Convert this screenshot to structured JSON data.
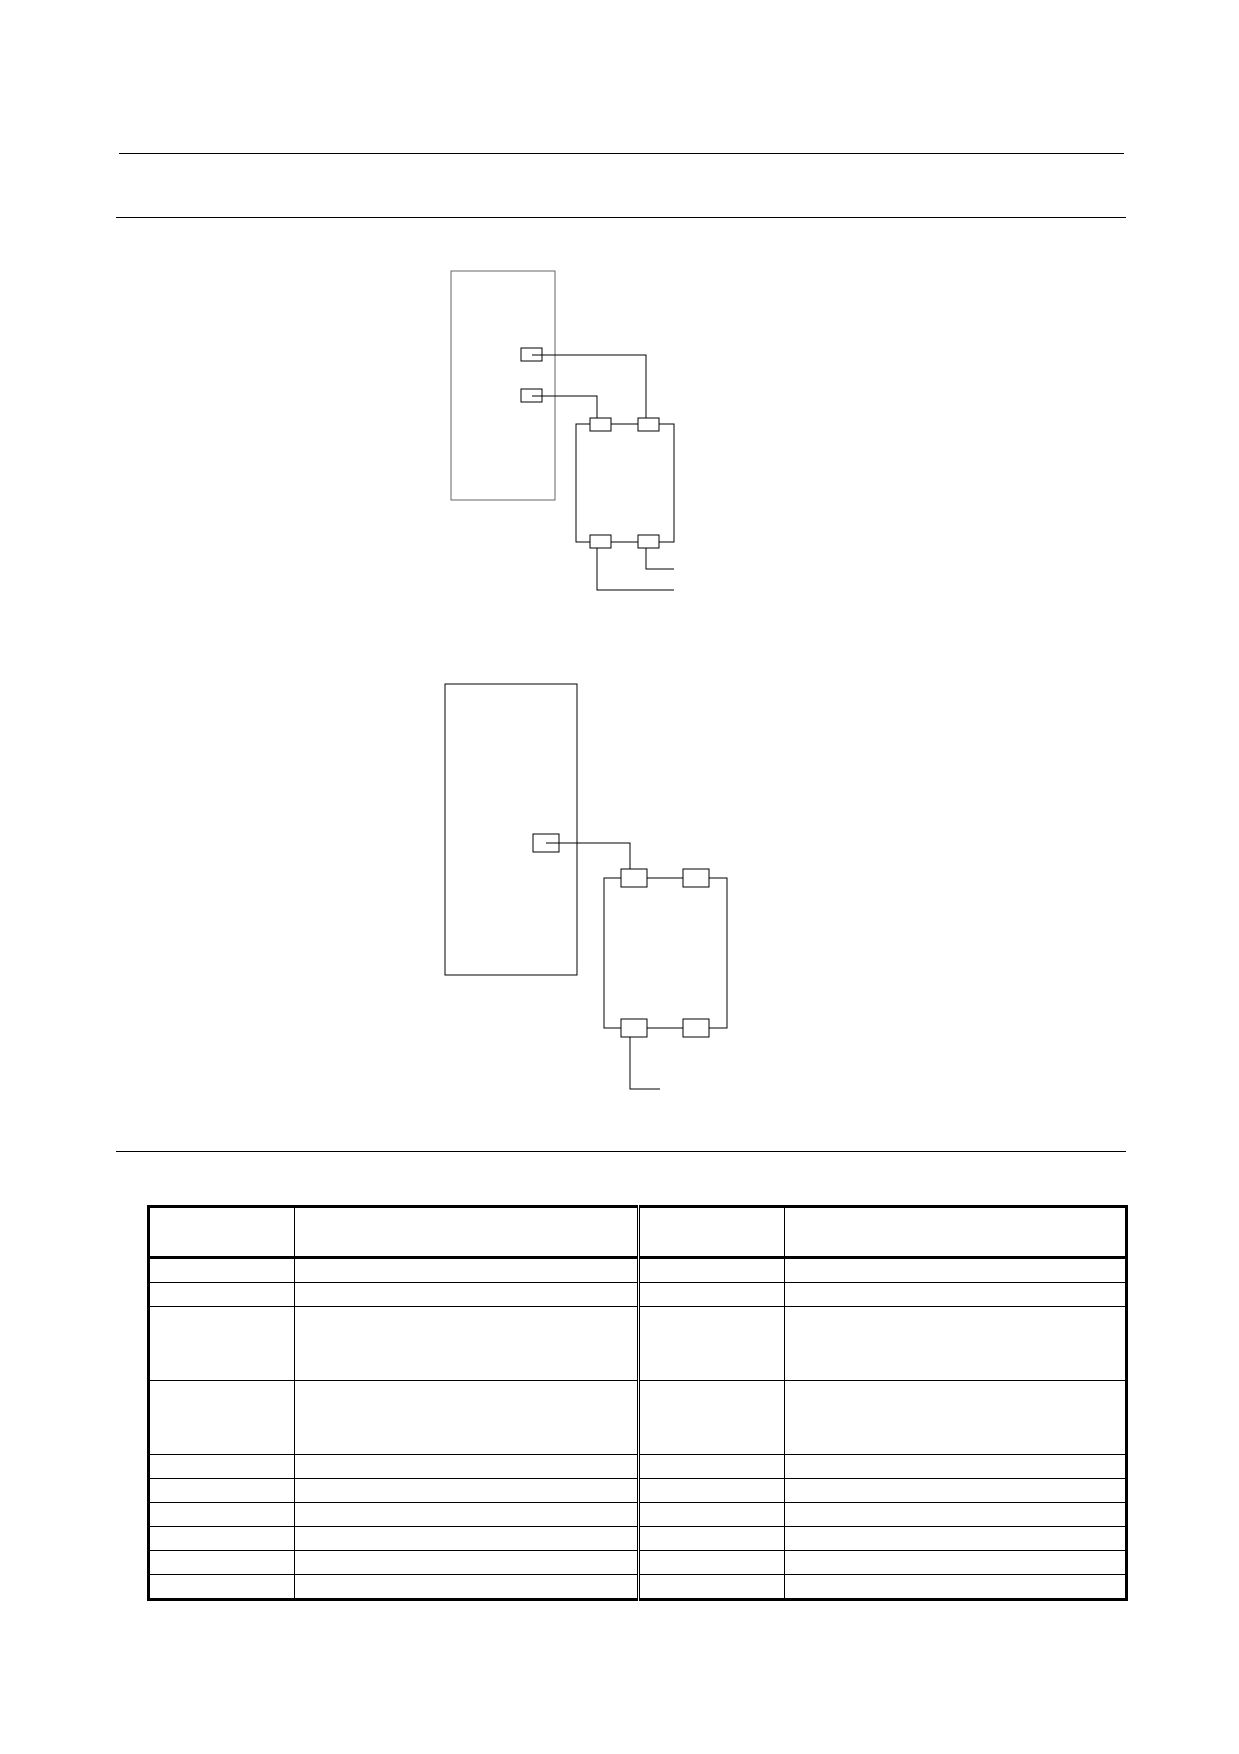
{
  "document": {
    "header_text": "",
    "section1_title": "",
    "section2_title": ""
  },
  "diagrams": [
    {
      "controller_label": "",
      "module_label": "",
      "connections": 2,
      "lead_out_lines": 2
    },
    {
      "controller_label": "",
      "module_label": "",
      "connections": 1,
      "lead_out_lines": 1
    }
  ],
  "table": {
    "headers": [
      "",
      "",
      "",
      ""
    ],
    "rows": [
      {
        "kind": "short",
        "cells": [
          "",
          "",
          "",
          ""
        ]
      },
      {
        "kind": "short",
        "cells": [
          "",
          "",
          "",
          ""
        ]
      },
      {
        "kind": "tall",
        "cells": [
          "",
          "",
          "",
          ""
        ]
      },
      {
        "kind": "tall",
        "cells": [
          "",
          "",
          "",
          ""
        ]
      },
      {
        "kind": "short",
        "cells": [
          "",
          "",
          "",
          ""
        ]
      },
      {
        "kind": "short",
        "cells": [
          "",
          "",
          "",
          ""
        ]
      },
      {
        "kind": "short",
        "cells": [
          "",
          "",
          "",
          ""
        ]
      },
      {
        "kind": "short",
        "cells": [
          "",
          "",
          "",
          ""
        ]
      },
      {
        "kind": "short",
        "cells": [
          "",
          "",
          "",
          ""
        ]
      },
      {
        "kind": "short",
        "cells": [
          "",
          "",
          "",
          ""
        ]
      }
    ]
  }
}
